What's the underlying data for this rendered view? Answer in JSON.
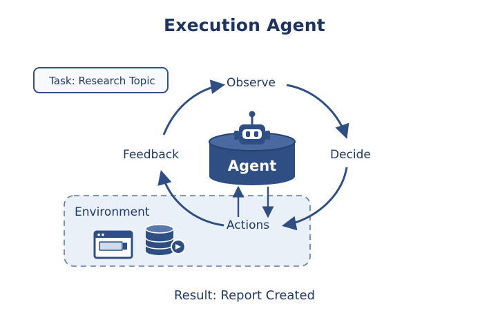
{
  "title": "Execution Agent",
  "task": "Task: Research Topic",
  "nodes": {
    "observe": "Observe",
    "decide": "Decide",
    "actions": "Actions",
    "feedback": "Feedback",
    "agent": "Agent"
  },
  "environment": {
    "label": "Environment",
    "icons": [
      "browser-window-icon",
      "database-icon"
    ]
  },
  "result": "Result: Report Created",
  "colors": {
    "primary": "#2f4f84",
    "agent_fill": "#2f4f84",
    "text": "#1f3a68",
    "env_fill": "#eaf0f8"
  }
}
